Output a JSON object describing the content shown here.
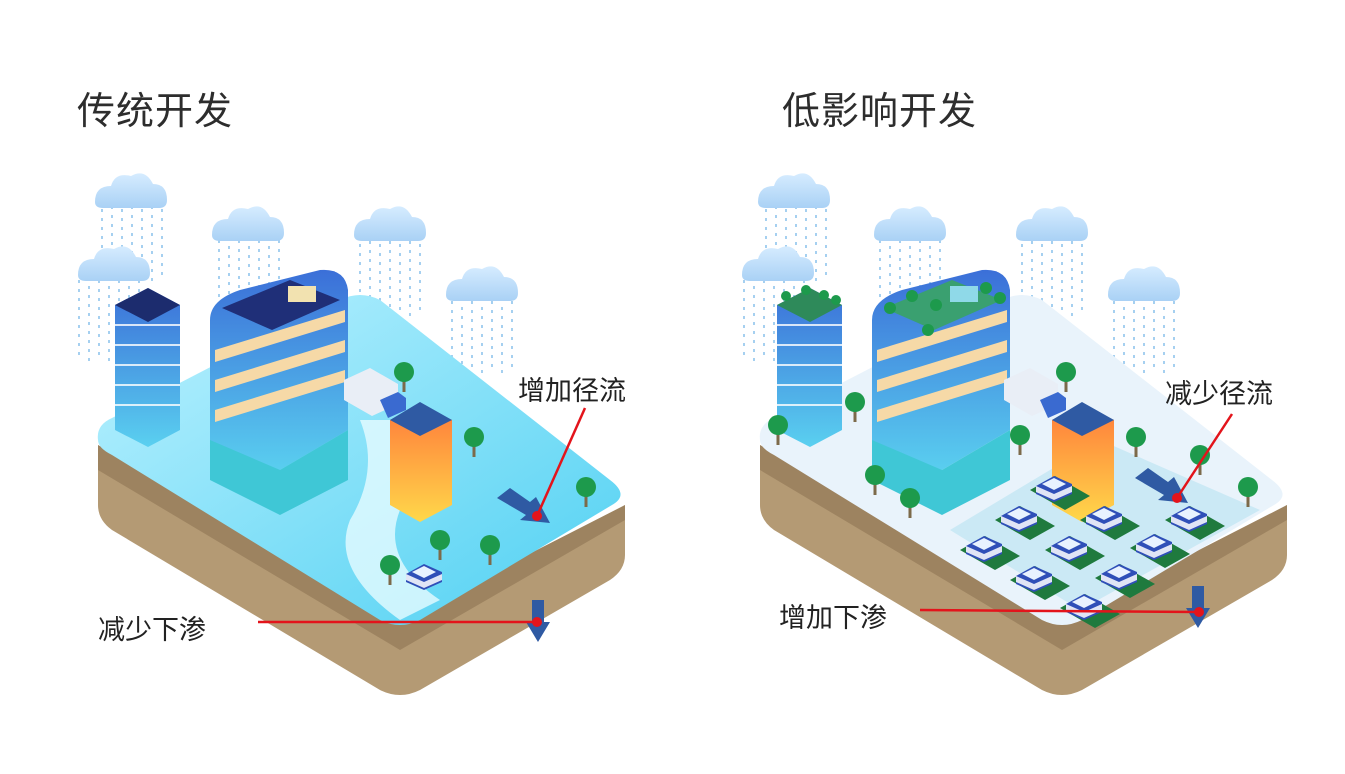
{
  "panels": {
    "left": {
      "title": "传统开发",
      "runoff_label": "增加径流",
      "infiltration_label": "减少下渗"
    },
    "right": {
      "title": "低影响开发",
      "runoff_label": "减少径流",
      "infiltration_label": "增加下渗"
    }
  },
  "colors": {
    "soil": "#b49a74",
    "water": "#5fd3f3",
    "pointer": "#e3141b",
    "arrow": "#2f5aa3",
    "tree": "#1d9a4c"
  },
  "icons": [
    "rain-cloud-icon",
    "building-icon",
    "truck-icon",
    "car-icon",
    "tree-icon",
    "flow-arrow-icon"
  ]
}
